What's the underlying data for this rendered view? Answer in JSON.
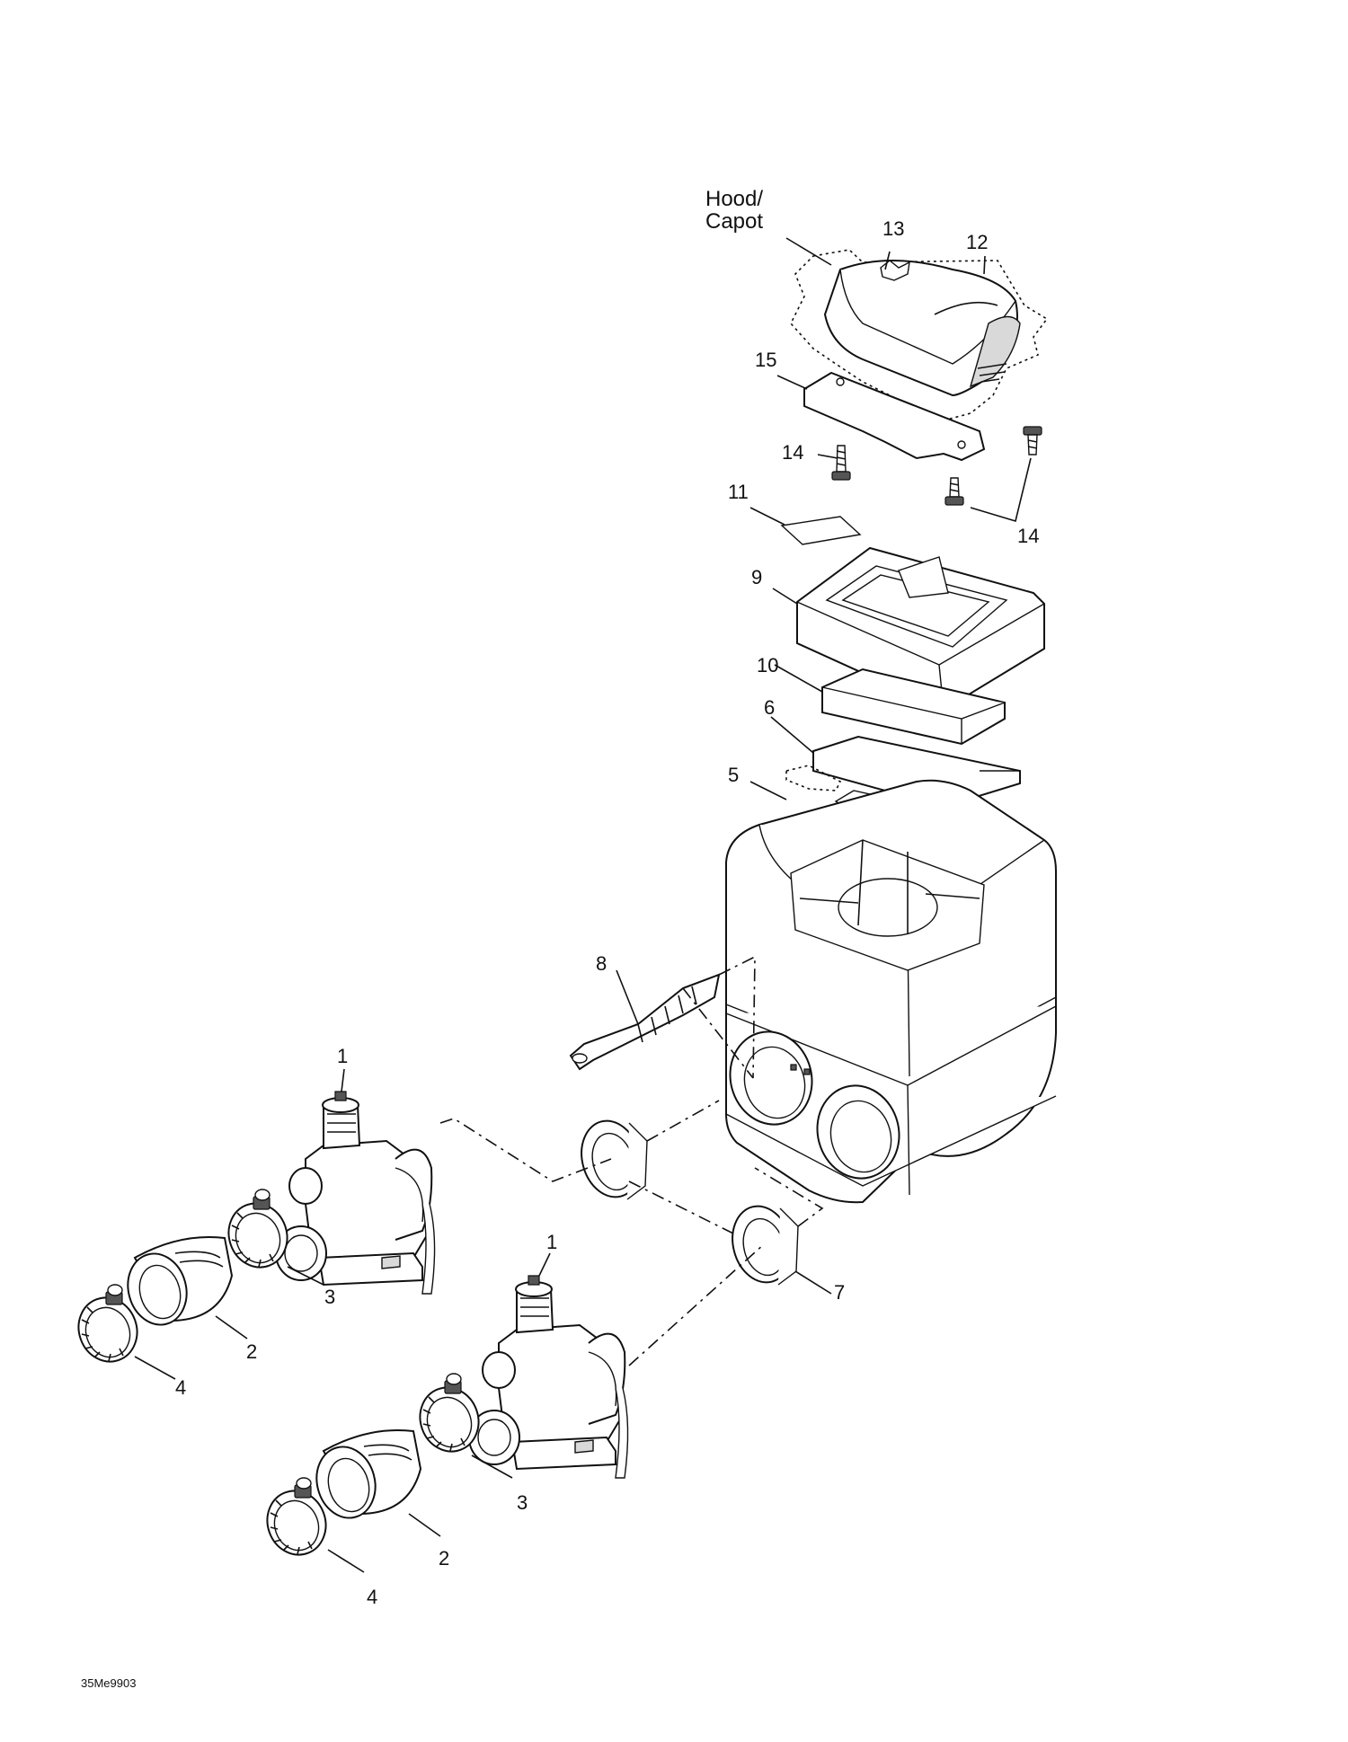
{
  "hood_label": [
    "Hood/",
    "Capot"
  ],
  "drawing_code": "35Me9903",
  "callouts": [
    "1",
    "1",
    "2",
    "2",
    "3",
    "3",
    "4",
    "4",
    "5",
    "6",
    "7",
    "8",
    "9",
    "10",
    "11",
    "12",
    "13",
    "14",
    "14",
    "15"
  ]
}
